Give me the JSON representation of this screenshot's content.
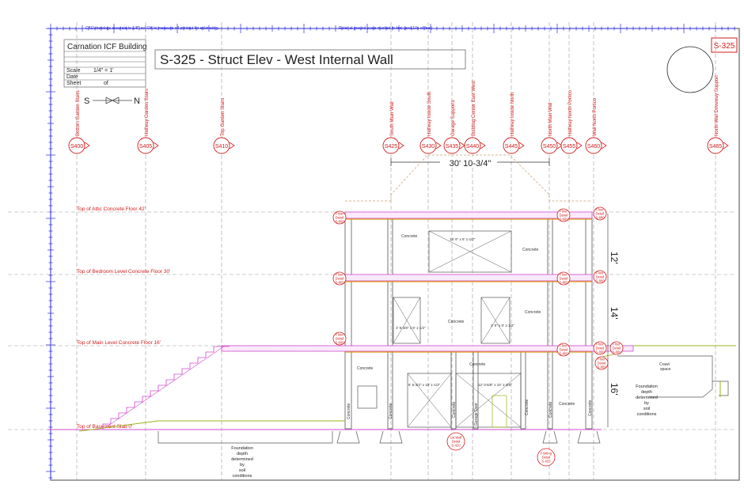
{
  "header": {
    "scale_note": "CAD drawings accurate to 1/8\" so. OK to measure off printout for estimating.",
    "ruler_note": "Ruler at ground scale marked in feet (and 10s of feet)",
    "sheet_id": "S-325"
  },
  "title_block": {
    "building_name": "Carnation ICF Building",
    "scale_label": "Scale",
    "scale_value": "1/4\" = 1'",
    "date_label": "Date",
    "sheet_label": "Sheet",
    "of_label": "of",
    "compass_south": "S",
    "compass_north": "N"
  },
  "drawing": {
    "title": "S-325 - Struct Elev - West Internal Wall",
    "dimension_width": "30' 10-3/4\"",
    "dimension_12": "12'",
    "dimension_14": "14'",
    "dimension_16": "16'"
  },
  "gridlines": [
    {
      "id": "S400",
      "label": "Bottom Garden Stairs"
    },
    {
      "id": "S405",
      "label": "Halfway Garden Stairs"
    },
    {
      "id": "S410",
      "label": "Top Garden Stairs"
    },
    {
      "id": "S425",
      "label": "South Main Wall"
    },
    {
      "id": "S430",
      "label": "Halfway Inside South"
    },
    {
      "id": "S435",
      "label": "Garage Supports"
    },
    {
      "id": "S440",
      "label": "Building Center East West"
    },
    {
      "id": "S445",
      "label": "Halfway Inside North"
    },
    {
      "id": "S450",
      "label": "North Main Wall"
    },
    {
      "id": "S455",
      "label": "Halfway North Portico"
    },
    {
      "id": "S460",
      "label": "Wall North Portico"
    },
    {
      "id": "S465",
      "label": "North Wall Driveway Support"
    }
  ],
  "levels": [
    {
      "label": "Top of Attic Concrete Floor 42'"
    },
    {
      "label": "Top of Bedroom Level Concrete Floor 30'"
    },
    {
      "label": "Top of Main Level Concrete Floor 16'"
    },
    {
      "label": "Top of Basement Slab 0'"
    }
  ],
  "openings": {
    "attic_opening": "15' 6\" x 8' 1-1/2\"",
    "bedroom_left": "3' 9-3/8\" x 9' 1-1/2\"",
    "bedroom_right": "3' 9\" x 9' 1-1/2\"",
    "main_left": "8' 5-3/4\" x 10' 1-1/2\"",
    "main_right": "12' 0-5/8\" x 10' 1-3/8\""
  },
  "labels": {
    "concrete": "Concrete",
    "crawl_space": "Crawl space",
    "garage_door": "Garage Door",
    "foundation_note_left": [
      "Foundation",
      "depth",
      "determined",
      "by",
      "soil",
      "conditions"
    ],
    "foundation_note_right": [
      "Foundation",
      "depth",
      "determined",
      "by",
      "soil",
      "conditions"
    ],
    "footing_detail_left": [
      "1st Wall",
      "Detail",
      "S-420"
    ],
    "footing_detail_right": [
      "Footing",
      "Detail",
      "S-025"
    ],
    "floor_detail": [
      "Floor",
      "Detail",
      "S-800"
    ]
  },
  "colors": {
    "grid_line": "#9a9a9a",
    "ruler": "#2a2ad8",
    "callout_red": "#d21c1c",
    "wall_pink": "#d24ad0",
    "slab_orange": "#e09a10",
    "grade_green": "#9ab41a",
    "line_dark": "#222222"
  }
}
